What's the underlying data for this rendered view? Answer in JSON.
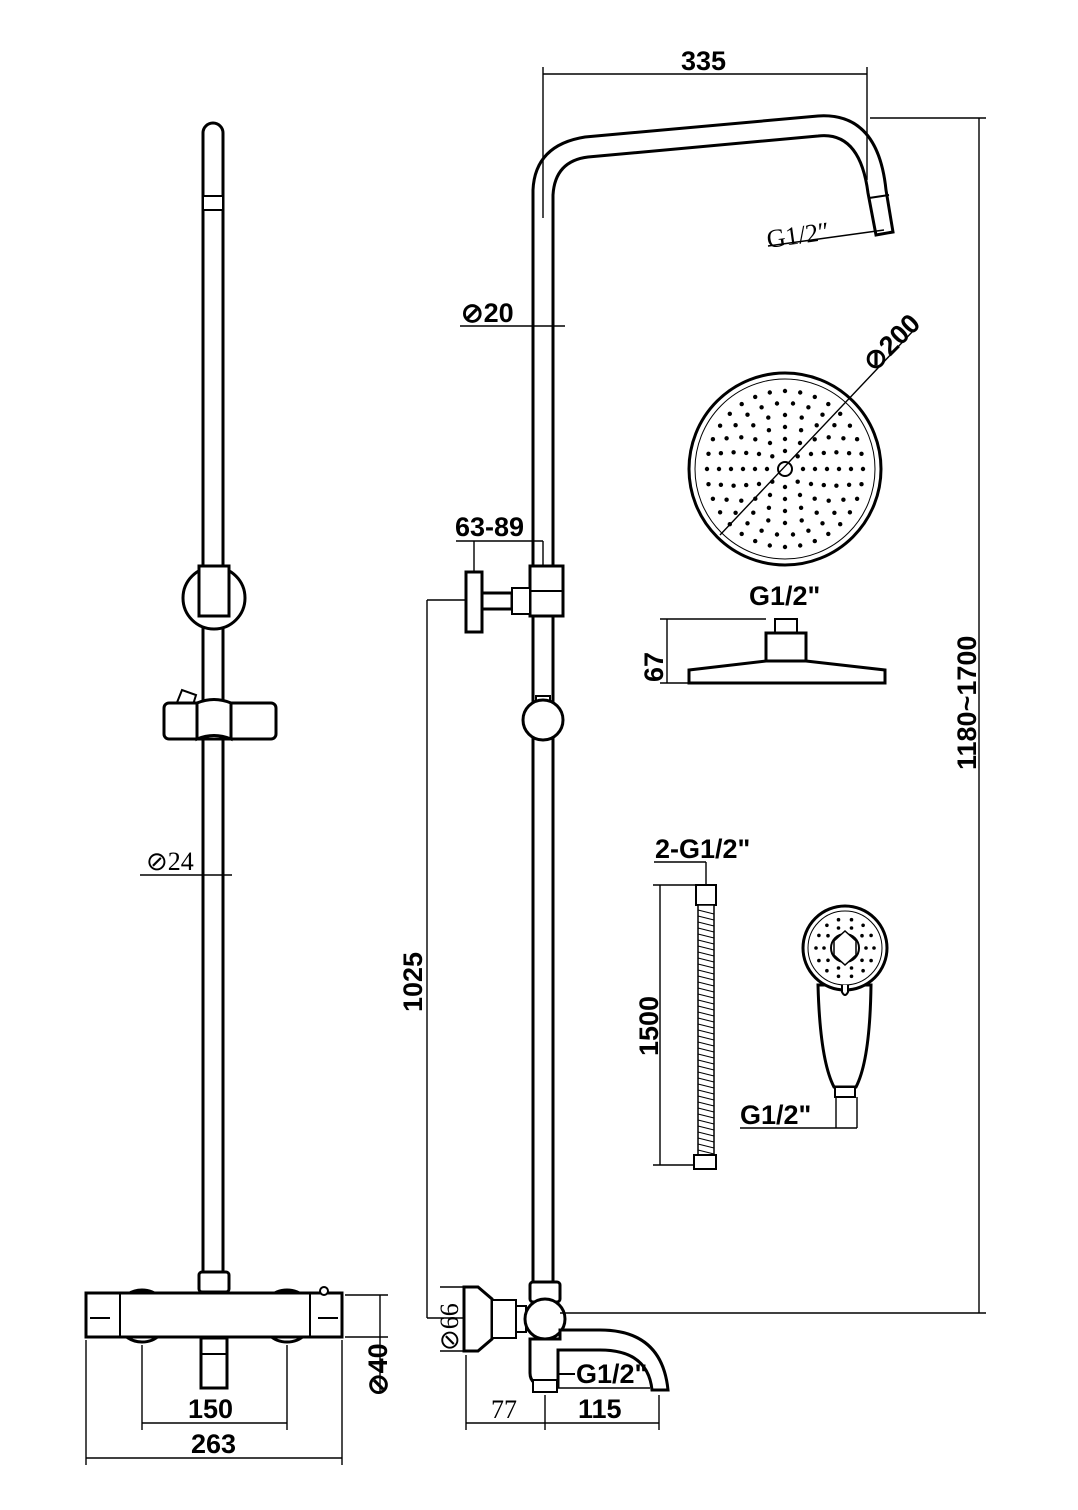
{
  "dimensions": {
    "arm_reach": "335",
    "arm_thread": "G1/2″",
    "pipe_diameter_upper": "⊘20",
    "head_diameter": "⊘200",
    "bracket_range": "63-89",
    "head_thread": "G1/2\"",
    "head_height": "67",
    "total_height": "1180~1700",
    "hose_thread": "2-G1/2\"",
    "hose_length": "1500",
    "handshower_thread": "G1/2\"",
    "pipe_diameter_lower": "⊘24",
    "mixer_to_bracket": "1025",
    "wall_flange_diameter": "⊘66",
    "mixer_depth": "⊘40",
    "inlet_centres": "150",
    "mixer_width": "263",
    "spout_offset": "77",
    "spout_reach": "115",
    "spout_thread": "G1/2\""
  }
}
